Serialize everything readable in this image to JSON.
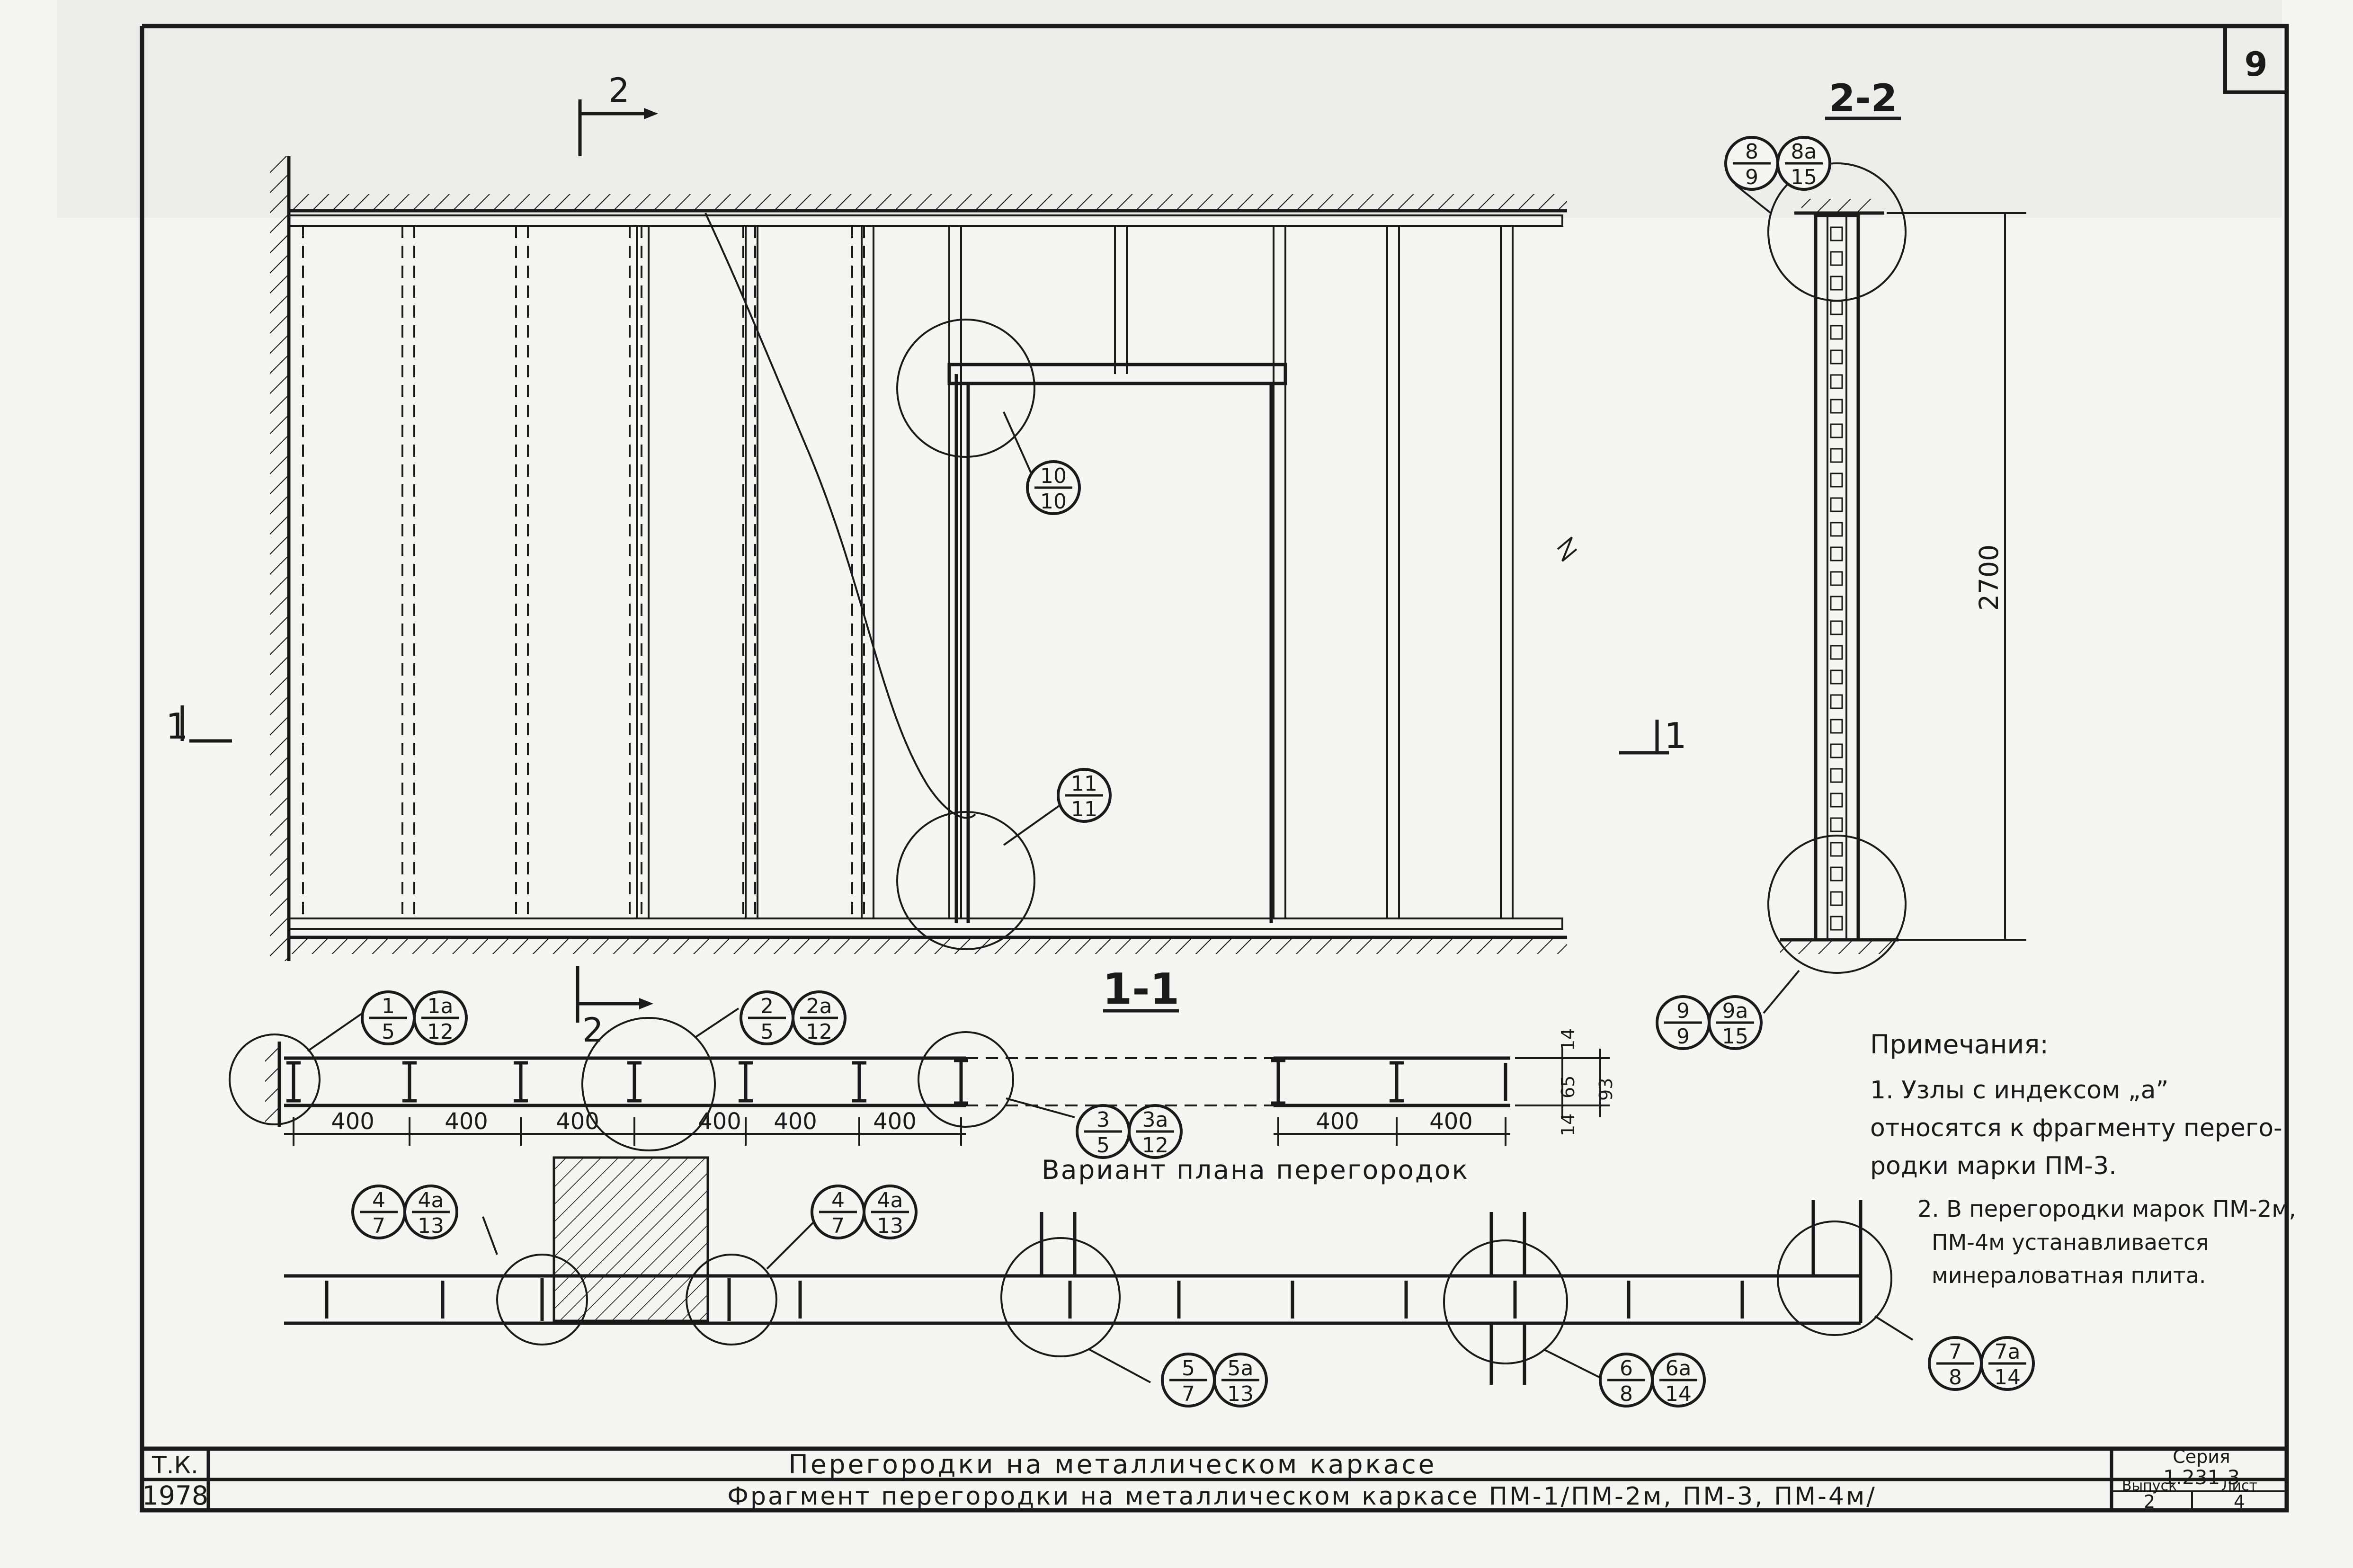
{
  "sheet_number": "9",
  "section_marks": {
    "cut_2_top": "2",
    "cut_2_bottom": "2",
    "cut_1_left": "1",
    "cut_1_right": "1",
    "section_2_2": "2-2",
    "section_1_1": "1-1"
  },
  "callouts": [
    {
      "id": "c8",
      "top": "8",
      "bottom": "9"
    },
    {
      "id": "c8a",
      "top": "8a",
      "bottom": "15"
    },
    {
      "id": "c10",
      "top": "10",
      "bottom": "10"
    },
    {
      "id": "c11",
      "top": "11",
      "bottom": "11"
    },
    {
      "id": "c9",
      "top": "9",
      "bottom": "9"
    },
    {
      "id": "c9a",
      "top": "9a",
      "bottom": "15"
    },
    {
      "id": "c1",
      "top": "1",
      "bottom": "5"
    },
    {
      "id": "c1a",
      "top": "1a",
      "bottom": "12"
    },
    {
      "id": "c2",
      "top": "2",
      "bottom": "5"
    },
    {
      "id": "c2a",
      "top": "2a",
      "bottom": "12"
    },
    {
      "id": "c3",
      "top": "3",
      "bottom": "5"
    },
    {
      "id": "c3a",
      "top": "3a",
      "bottom": "12"
    },
    {
      "id": "c4l",
      "top": "4",
      "bottom": "7"
    },
    {
      "id": "c4al",
      "top": "4a",
      "bottom": "13"
    },
    {
      "id": "c4r",
      "top": "4",
      "bottom": "7"
    },
    {
      "id": "c4ar",
      "top": "4a",
      "bottom": "13"
    },
    {
      "id": "c5",
      "top": "5",
      "bottom": "7"
    },
    {
      "id": "c5a",
      "top": "5a",
      "bottom": "13"
    },
    {
      "id": "c6",
      "top": "6",
      "bottom": "8"
    },
    {
      "id": "c6a",
      "top": "6a",
      "bottom": "14"
    },
    {
      "id": "c7",
      "top": "7",
      "bottom": "8"
    },
    {
      "id": "c7a",
      "top": "7a",
      "bottom": "14"
    }
  ],
  "dimensions": {
    "height_2700": "2700",
    "spacing_left": [
      "400",
      "400",
      "400",
      "400",
      "400",
      "400"
    ],
    "spacing_right": [
      "400",
      "400"
    ],
    "thickness": [
      "14",
      "65",
      "14",
      "93"
    ]
  },
  "plan_variant_label": "Вариант плана перегородок",
  "notes": {
    "title": "Примечания:",
    "lines": [
      "1. Узлы с индексом „а”",
      "относятся к фрагменту перего-",
      "родки марки ПМ-3.",
      "2. В перегородки марок ПМ-2м,",
      "ПМ-4м устанавливается",
      "минераловатная плита."
    ]
  },
  "title_block": {
    "tk": "Т.К.",
    "year": "1978",
    "title": "Перегородки на металлическом каркасе",
    "subtitle": "Фрагмент перегородки на металлическом каркасе ПМ-1/ПМ-2м, ПМ-3, ПМ-4м/",
    "series_label": "Серия",
    "series_value": "1.231-3",
    "issue_label": "Выпуск",
    "issue_value": "2",
    "sheet_label": "Лист",
    "sheet_value": "4"
  }
}
